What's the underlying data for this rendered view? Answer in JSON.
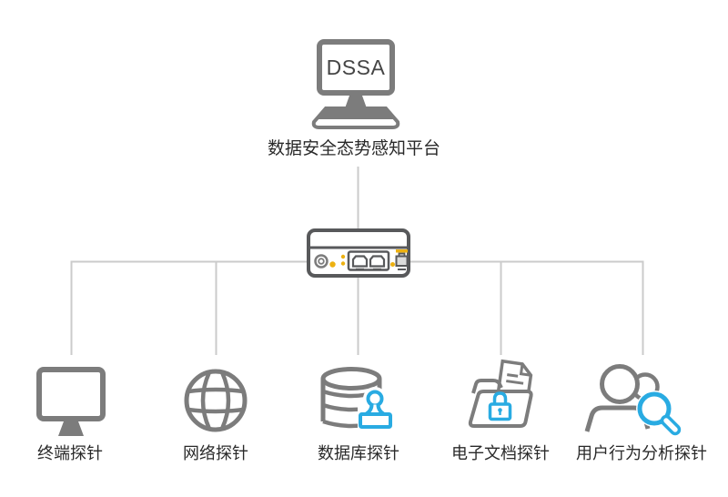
{
  "platform": {
    "device_text": "DSSA",
    "label": "数据安全态势感知平台",
    "icon": "desktop-monitor-icon"
  },
  "gateway": {
    "icon": "network-gateway-icon"
  },
  "probes": [
    {
      "id": "terminal",
      "label": "终端探针",
      "icon": "monitor-icon"
    },
    {
      "id": "network",
      "label": "网络探针",
      "icon": "globe-icon"
    },
    {
      "id": "database",
      "label": "数据库探针",
      "icon": "database-stamp-icon"
    },
    {
      "id": "document",
      "label": "电子文档探针",
      "icon": "folder-lock-icon"
    },
    {
      "id": "user-behavior",
      "label": "用户行为分析探针",
      "icon": "users-magnifier-icon"
    }
  ],
  "colors": {
    "icon_gray": "#7c7c7c",
    "device_dark_gray": "#58595b",
    "connector_gray": "#cbcbcb",
    "accent_blue": "#29abe2",
    "led_yellow": "#edb111",
    "text": "#2a2a2a",
    "background": "#ffffff"
  }
}
